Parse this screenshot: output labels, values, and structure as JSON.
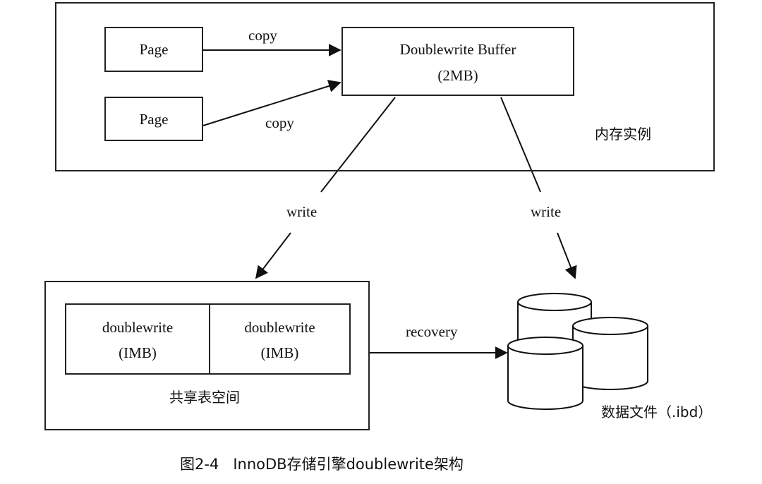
{
  "memory": {
    "label": "内存实例",
    "pages": [
      "Page",
      "Page"
    ],
    "copy_labels": [
      "copy",
      "copy"
    ],
    "buffer": {
      "title": "Doublewrite Buffer",
      "size": "(2MB)"
    }
  },
  "writes": {
    "left": "write",
    "right": "write"
  },
  "shared": {
    "label": "共享表空间",
    "cells": [
      {
        "title": "doublewrite",
        "size": "(IMB)"
      },
      {
        "title": "doublewrite",
        "size": "(IMB)"
      }
    ]
  },
  "recovery_label": "recovery",
  "datafile_label": "数据文件（.ibd）",
  "caption": "图2-4   InnoDB存储引擎doublewrite架构"
}
